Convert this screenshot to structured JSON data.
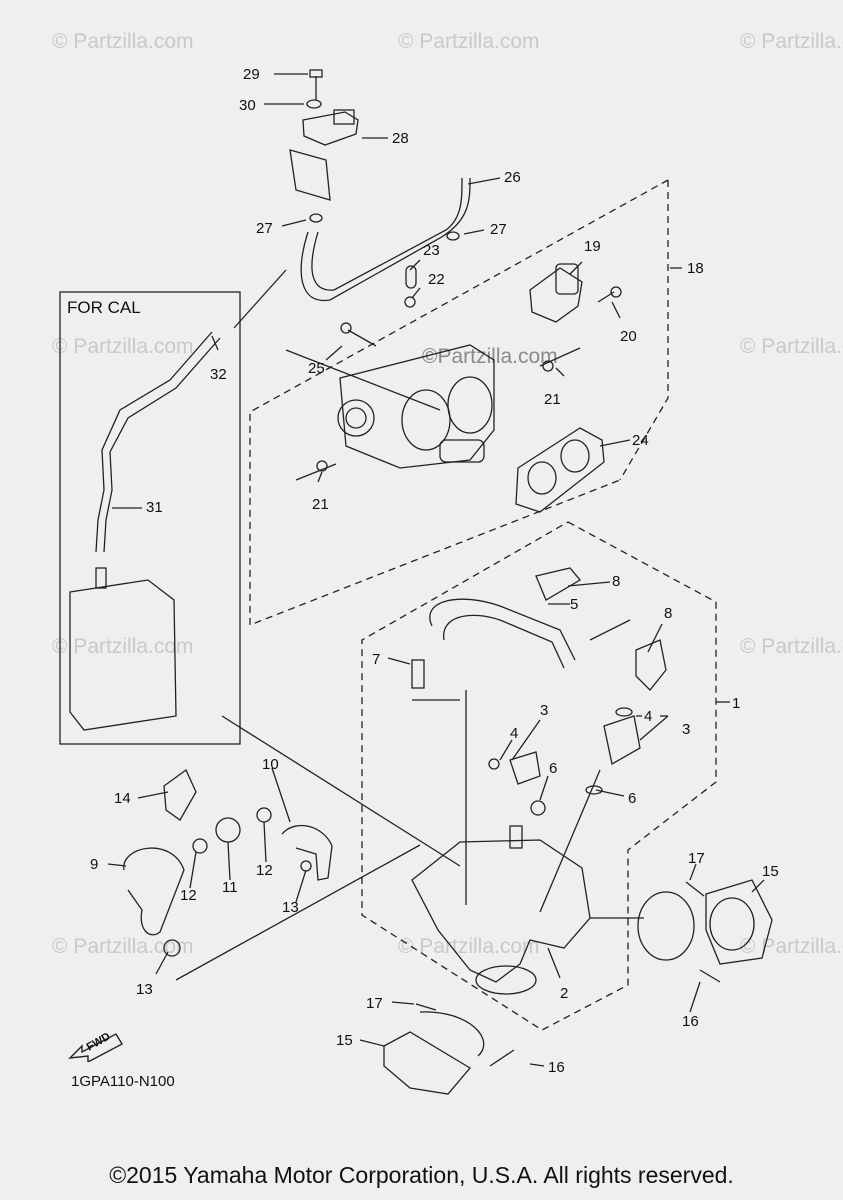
{
  "watermark": "© Partzilla.com",
  "center_watermark": "©Partzilla.com",
  "box_label": "FOR CAL",
  "diagram_code": "1GPA110-N100",
  "fwd_label": "FWD",
  "copyright": "©2015 Yamaha Motor Corporation, U.S.A. All rights reserved.",
  "callouts": {
    "c1": "1",
    "c2": "2",
    "c3a": "3",
    "c3b": "3",
    "c4a": "4",
    "c4b": "4",
    "c5": "5",
    "c6a": "6",
    "c6b": "6",
    "c7": "7",
    "c8a": "8",
    "c8b": "8",
    "c9": "9",
    "c10": "10",
    "c11": "11",
    "c12a": "12",
    "c12b": "12",
    "c13a": "13",
    "c13b": "13",
    "c14": "14",
    "c15a": "15",
    "c15b": "15",
    "c16a": "16",
    "c16b": "16",
    "c17a": "17",
    "c17b": "17",
    "c18": "18",
    "c19": "19",
    "c20": "20",
    "c21a": "21",
    "c21b": "21",
    "c22": "22",
    "c23": "23",
    "c24": "24",
    "c25": "25",
    "c26": "26",
    "c27a": "27",
    "c27b": "27",
    "c28": "28",
    "c29": "29",
    "c30": "30",
    "c31": "31",
    "c32": "32"
  }
}
